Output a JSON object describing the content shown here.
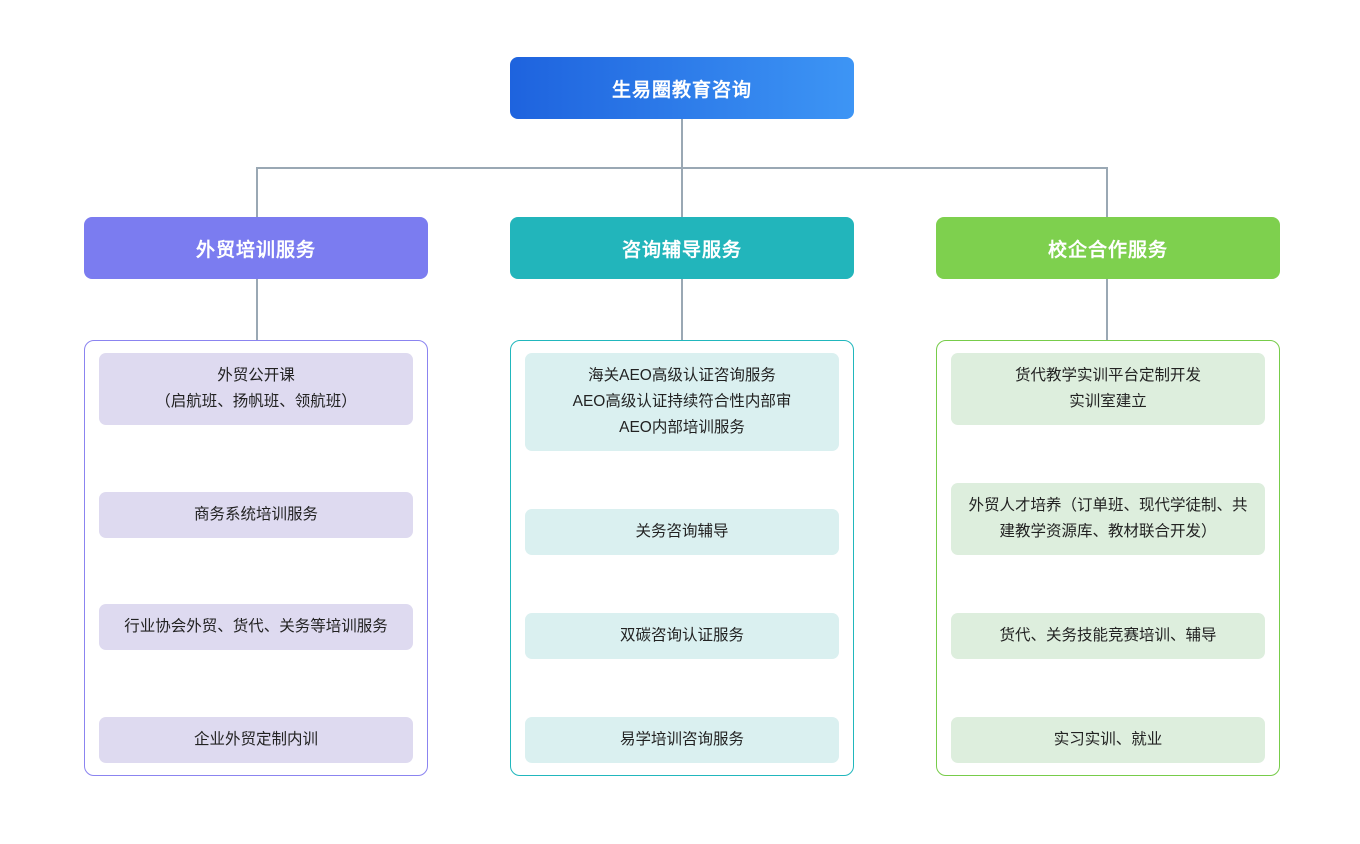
{
  "root": {
    "label": "生易圈教育咨询",
    "color_start": "#1e63de",
    "color_end": "#3d95f5"
  },
  "columns": [
    {
      "id": "training",
      "header": "外贸培训服务",
      "header_color": "#7b7cf0",
      "panel_border_color": "#8b84f0",
      "item_color": "#dedaf0",
      "items": [
        "外贸公开课\n（启航班、扬帆班、领航班）",
        "商务系统培训服务",
        "行业协会外贸、货代、关务等培训服务",
        "企业外贸定制内训"
      ]
    },
    {
      "id": "consulting",
      "header": "咨询辅导服务",
      "header_color": "#22b5bb",
      "panel_border_color": "#21b7bd",
      "item_color": "#daf0f0",
      "items": [
        "海关AEO高级认证咨询服务\nAEO高级认证持续符合性内部审\nAEO内部培训服务",
        "关务咨询辅导",
        "双碳咨询认证服务",
        "易学培训咨询服务"
      ]
    },
    {
      "id": "school-enterprise",
      "header": "校企合作服务",
      "header_color": "#7ed04e",
      "panel_border_color": "#77cc4a",
      "item_color": "#ddeedd",
      "items": [
        "货代教学实训平台定制开发\n实训室建立",
        "外贸人才培养（订单班、现代学徒制、共建教学资源库、教材联合开发）",
        "货代、关务技能竞赛培训、辅导",
        "实习实训、就业"
      ]
    }
  ],
  "connector_color": "#9aa8b4"
}
